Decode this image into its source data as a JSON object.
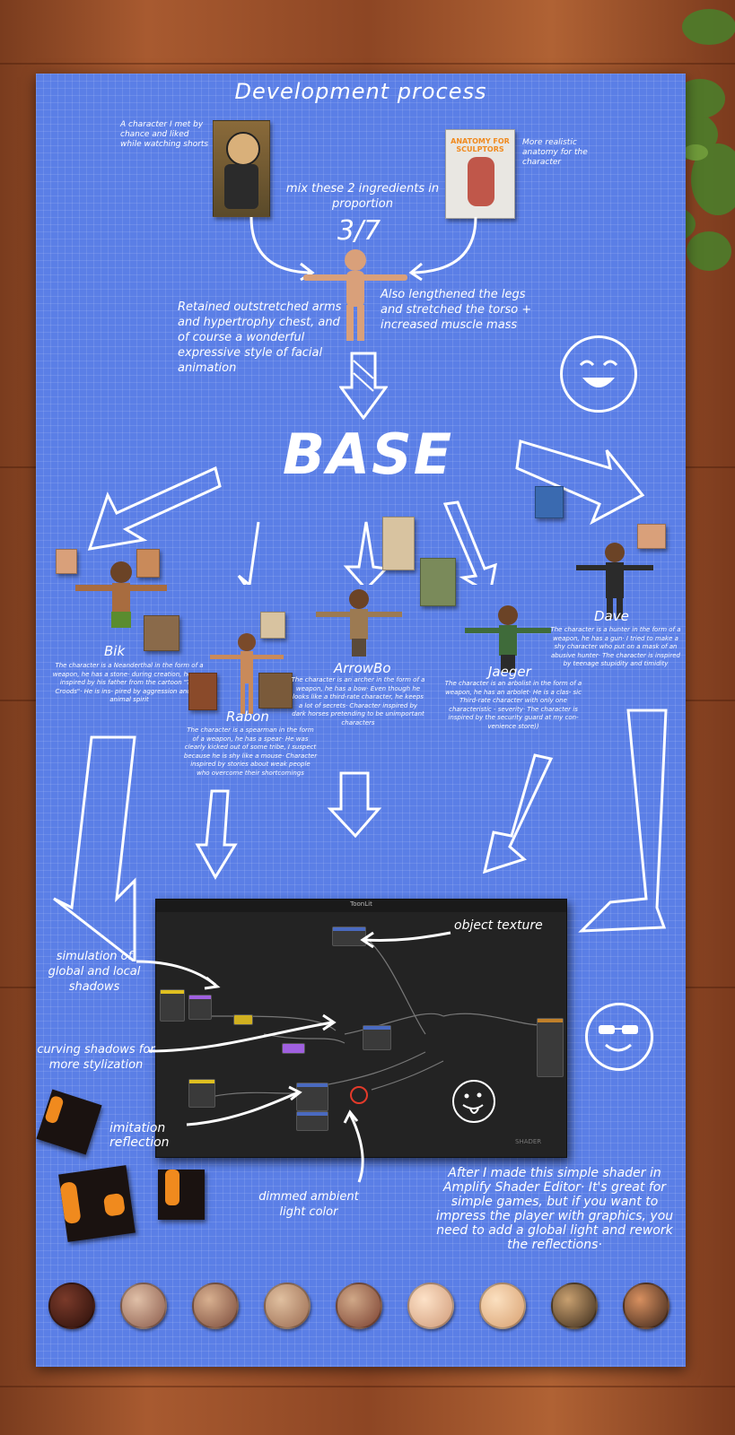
{
  "poster": {
    "title": "Development process",
    "base_label": "BASE"
  },
  "references": {
    "left_note": "A character I met by chance and liked while watching shorts",
    "right_note": "More realistic anatomy for the character",
    "book_top": "ANATOMY",
    "book_title": "ANATOMY FOR SCULPTORS",
    "mix_note": "mix these 2 ingredients in proportion",
    "ratio": "3/7"
  },
  "base_notes": {
    "left": "Retained outstretched arms and hypertrophy chest, and of course a wonderful expressive style of facial animation",
    "right": "Also lengthened the legs and stretched the torso + increased muscle mass"
  },
  "characters": [
    {
      "name": "Bik",
      "desc": "The character is a Neanderthal in the form of a weapon, he has a stone· during creation, he was inspired by his father from the cartoon \"The Croods\"· He is ins- pired by aggression and the animal spirit"
    },
    {
      "name": "Rabon",
      "desc": "The character is a spearman in the form of a weapon, he has a spear· He was clearly kicked out of some tribe, I suspect because he is shy like a mouse· Character inspired by stories about weak people who overcome their shortcomings"
    },
    {
      "name": "ArrowBo",
      "desc": "The character is an archer in the form of a weapon, he has a bow· Even though he looks like a third-rate character, he keeps a lot of secrets· Character inspired by dark horses pretending to be unimportant characters"
    },
    {
      "name": "Jaeger",
      "desc": "The character is an arbolist in the form of a weapon, he has an arbolet· He is a clas- sic Third-rate character with only one characteristic - severity· The character is inspired by the security guard at my con- venience store))"
    },
    {
      "name": "Dave",
      "desc": "The character is a hunter in the form of a weapon, he has a gun· I tried to make a shy character who put on a mask of an abusive hunter· The character is inspired by teenage stupidity and timidity"
    }
  ],
  "shader": {
    "editor_title": "ToonLit",
    "object_texture": "object texture",
    "shadows_note": "simulation of global and local shadows",
    "curving_note": "curving shadows for more stylization",
    "reflection_note": "imitation reflection",
    "ambient_note": "dimmed ambient light color",
    "summary": "After I made this simple shader in Amplify Shader Editor· It's great for simple games, but if you want to impress the player with graphics, you need to add a global light and rework the reflections·",
    "watermark": "SHADER"
  },
  "colors": {
    "blueprint": "#5b7fe6",
    "ink": "#ffffff",
    "accent_orange": "#f08a1e"
  },
  "icons": [
    "smiley-laugh-icon",
    "smiley-sunglasses-icon",
    "smiley-tongue-icon",
    "arrow-icon"
  ]
}
